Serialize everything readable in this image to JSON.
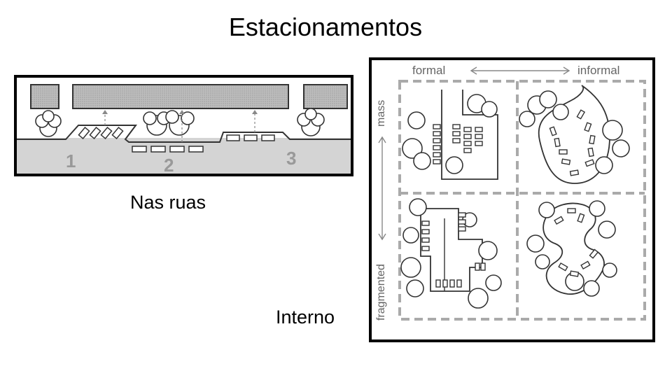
{
  "slide": {
    "title": "Estacionamentos",
    "street_caption": "Nas ruas",
    "internal_caption": "Interno"
  },
  "street_diagram": {
    "markers": [
      "1",
      "2",
      "3"
    ]
  },
  "internal_diagram": {
    "top_left_label": "formal",
    "top_right_label": "informal",
    "side_top_label": "mass",
    "side_bottom_label": "fragmented"
  },
  "colors": {
    "ink": "#000000",
    "sketch_gray": "#555555",
    "marker_gray": "#999999",
    "dash_gray": "#aaaaaa",
    "ground_gray": "#d4d4d4",
    "building_gray": "#b5b5b5"
  }
}
